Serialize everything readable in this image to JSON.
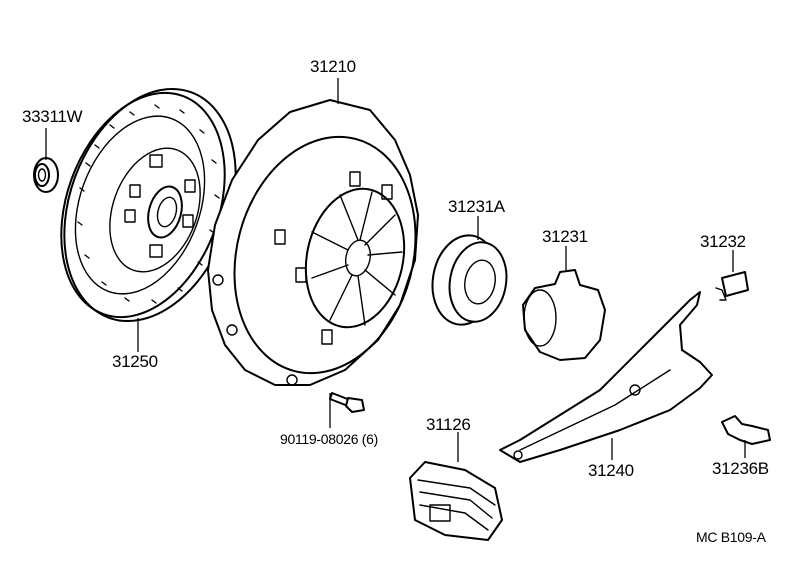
{
  "labels": {
    "bearing_33311W": "33311W",
    "disc_31250": "31250",
    "cover_31210": "31210",
    "bolt_90119": "90119-08026 (6)",
    "bearing_31231A": "31231A",
    "hub_31231": "31231",
    "clip_31232": "31232",
    "fork_31240": "31240",
    "boot_31126": "31126",
    "pivot_31236B": "31236B",
    "diagram_code": "MC  B109-A"
  }
}
